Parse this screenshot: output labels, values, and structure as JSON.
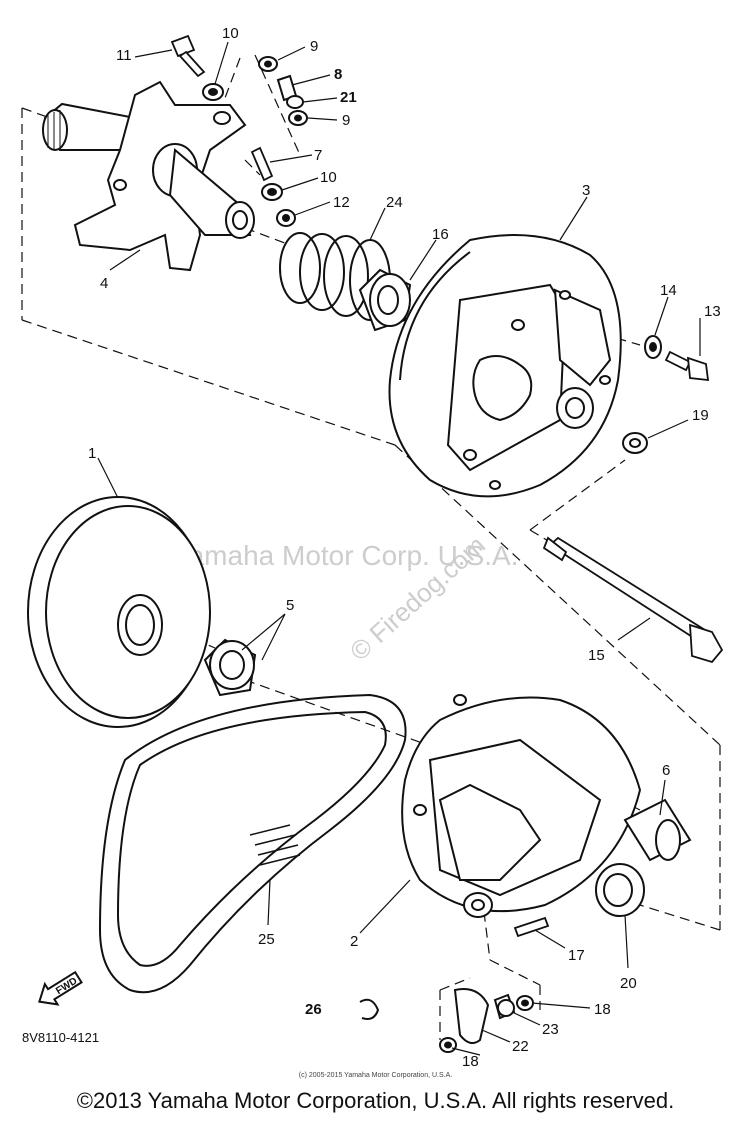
{
  "diagram": {
    "labels": [
      {
        "id": "11",
        "text": "11"
      },
      {
        "id": "10a",
        "text": "10"
      },
      {
        "id": "9a",
        "text": "9"
      },
      {
        "id": "8",
        "text": "8"
      },
      {
        "id": "21",
        "text": "21"
      },
      {
        "id": "9b",
        "text": "9"
      },
      {
        "id": "7",
        "text": "7"
      },
      {
        "id": "10b",
        "text": "10"
      },
      {
        "id": "12",
        "text": "12"
      },
      {
        "id": "24",
        "text": "24"
      },
      {
        "id": "16",
        "text": "16"
      },
      {
        "id": "3",
        "text": "3"
      },
      {
        "id": "4",
        "text": "4"
      },
      {
        "id": "14",
        "text": "14"
      },
      {
        "id": "13",
        "text": "13"
      },
      {
        "id": "19",
        "text": "19"
      },
      {
        "id": "1",
        "text": "1"
      },
      {
        "id": "5",
        "text": "5"
      },
      {
        "id": "15",
        "text": "15"
      },
      {
        "id": "6",
        "text": "6"
      },
      {
        "id": "25",
        "text": "25"
      },
      {
        "id": "2",
        "text": "2"
      },
      {
        "id": "17",
        "text": "17"
      },
      {
        "id": "20",
        "text": "20"
      },
      {
        "id": "26",
        "text": "26"
      },
      {
        "id": "18a",
        "text": "18"
      },
      {
        "id": "23",
        "text": "23"
      },
      {
        "id": "22",
        "text": "22"
      },
      {
        "id": "18b",
        "text": "18"
      }
    ],
    "fwd_label": "FWD",
    "part_code": "8V8110-4121"
  },
  "watermarks": {
    "center": "Yamaha Motor Corp. U.S.A.",
    "firedog": "© Firedog.com",
    "firedog_tm": "Firedog.com"
  },
  "footer": {
    "small": "(c) 2005-2015 Yamaha Motor Corporation, U.S.A.",
    "copyright": "©2013 Yamaha Motor Corporation, U.S.A. All rights reserved."
  }
}
